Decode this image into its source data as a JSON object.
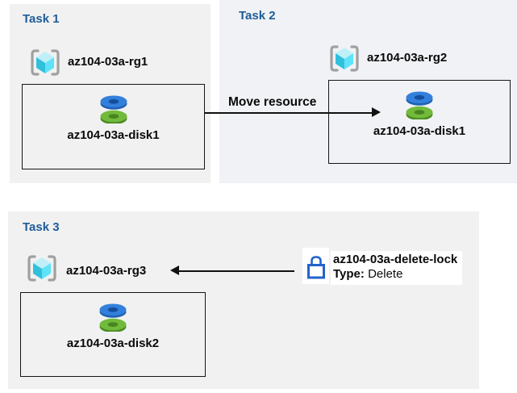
{
  "panels": {
    "task1": {
      "title": "Task 1",
      "rg_label": "az104-03a-rg1",
      "disk_label": "az104-03a-disk1"
    },
    "task2": {
      "title": "Task 2",
      "rg_label": "az104-03a-rg2",
      "disk_label": "az104-03a-disk1"
    },
    "task3": {
      "title": "Task 3",
      "rg_label": "az104-03a-rg3",
      "disk_label": "az104-03a-disk2"
    }
  },
  "move_arrow": {
    "label": "Move resource"
  },
  "lock": {
    "name": "az104-03a-delete-lock",
    "type_label": "Type:",
    "type_value": "Delete"
  },
  "icons": {
    "resource_group": "resource-group-icon",
    "disk": "managed-disk-icon",
    "lock": "delete-lock-icon"
  },
  "colors": {
    "title_blue": "#1f5c98",
    "panel_gray": "#f1f1f1",
    "panel_blue_gray": "#f0f2f5",
    "bracket_gray": "#a0a0a0",
    "cube_top": "#bff0fa",
    "cube_left": "#31c0dc",
    "cube_right": "#5fe3f8",
    "disk_blue_top": "#3380dc",
    "disk_blue_side": "#1e61b4",
    "disk_blue_hole": "#134f9e",
    "disk_green_top": "#71ba3c",
    "disk_green_side": "#4a8a20",
    "disk_green_hole": "#47851f",
    "lock_blue": "#2263cc",
    "arrow_black": "#111111"
  }
}
